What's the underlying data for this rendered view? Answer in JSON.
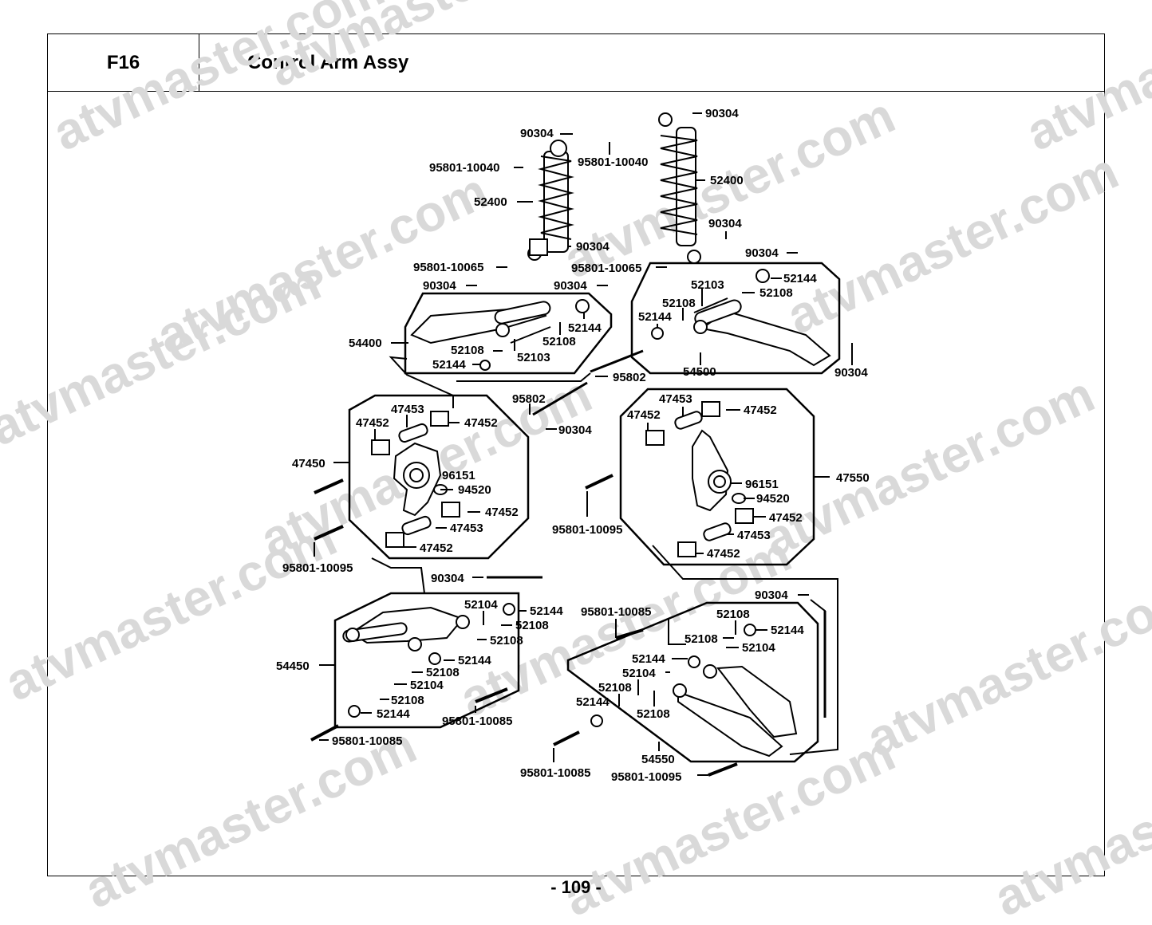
{
  "header": {
    "code": "F16",
    "title": "Control Arm Assy"
  },
  "footer": {
    "page_number": "- 109 -"
  },
  "watermark": {
    "text": "atvmaster.com",
    "color": "#d9d9d9"
  },
  "labels": [
    "90304",
    "95801-10040",
    "52400",
    "90304",
    "95801-10065",
    "90304",
    "90304",
    "54400",
    "52144",
    "52108",
    "52103",
    "52108",
    "52144",
    "90304",
    "95801-10040",
    "52400",
    "90304",
    "95801-10065",
    "90304",
    "52144",
    "52103",
    "52108",
    "52108",
    "52144",
    "54500",
    "90304",
    "95802",
    "95802",
    "90304",
    "47453",
    "47452",
    "47452",
    "47450",
    "96151",
    "94520",
    "47452",
    "47453",
    "47452",
    "95801-10095",
    "47453",
    "47452",
    "47452",
    "47550",
    "96151",
    "94520",
    "47452",
    "47453",
    "47452",
    "95801-10095",
    "90304",
    "52104",
    "52144",
    "52108",
    "52108",
    "54450",
    "52144",
    "52108",
    "52104",
    "52108",
    "52144",
    "95801-10085",
    "95801-10085",
    "90304",
    "95801-10085",
    "52108",
    "52144",
    "52108",
    "52104",
    "52144",
    "52104",
    "52108",
    "52144",
    "52108",
    "54550",
    "95801-10085",
    "95801-10095"
  ]
}
